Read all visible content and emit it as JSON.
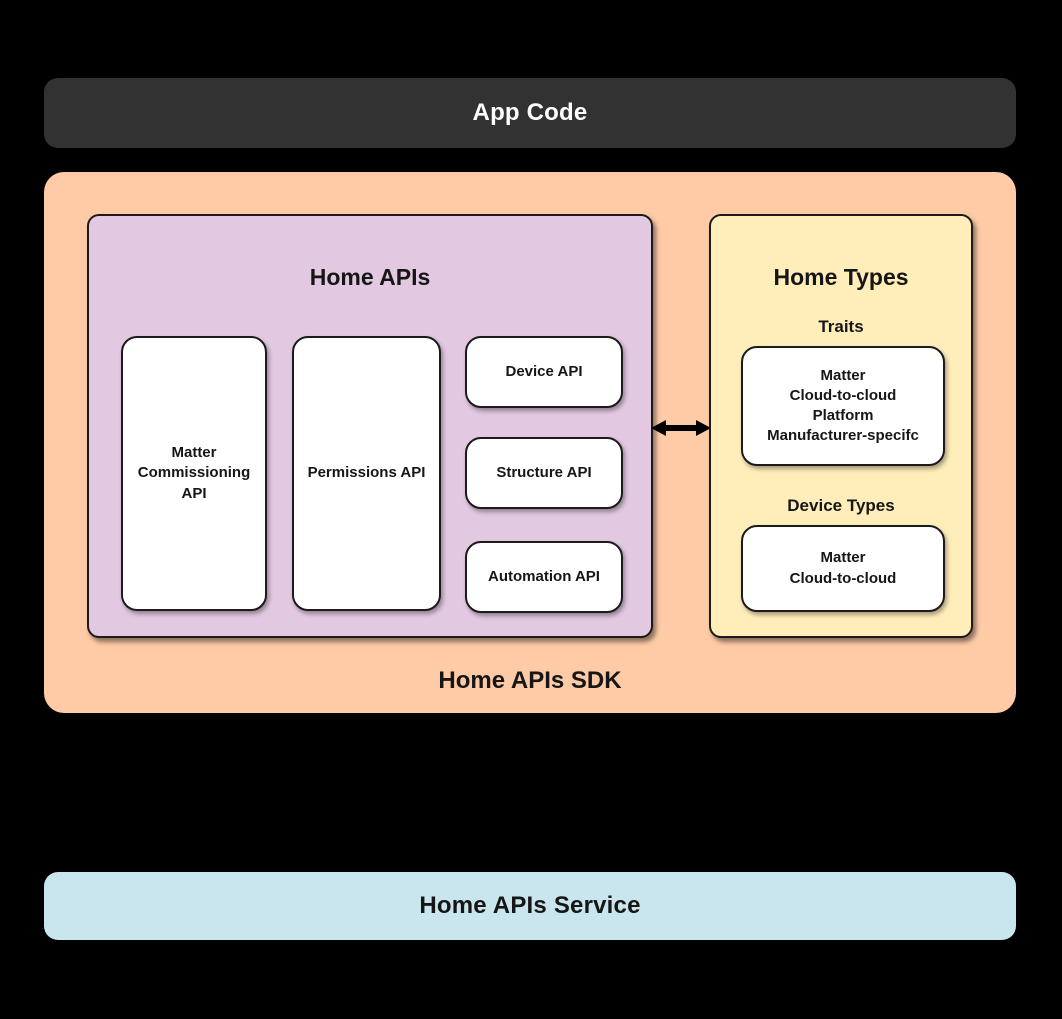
{
  "colors": {
    "background": "#000000",
    "app_code_bg": "#323232",
    "app_code_text": "#FFFFFF",
    "sdk_bg": "#FFCBA6",
    "home_apis_bg": "#E2C8E1",
    "home_types_bg": "#FFEDBA",
    "service_bg": "#C9E6EE",
    "box_bg": "#FFFFFF",
    "border": "#1B1B1B",
    "text": "#161616"
  },
  "app_code": {
    "label": "App Code"
  },
  "sdk": {
    "label": "Home APIs SDK",
    "home_apis": {
      "title": "Home APIs",
      "boxes": {
        "matter_commissioning": "Matter\nCommissioning\nAPI",
        "permissions": "Permissions API",
        "device": "Device API",
        "structure": "Structure API",
        "automation": "Automation API"
      }
    },
    "arrow": "bidirectional",
    "home_types": {
      "title": "Home Types",
      "traits_label": "Traits",
      "traits_items": "Matter\nCloud-to-cloud\nPlatform\nManufacturer-specifc",
      "device_types_label": "Device Types",
      "device_types_items": "Matter\nCloud-to-cloud"
    }
  },
  "service": {
    "label": "Home APIs Service"
  }
}
